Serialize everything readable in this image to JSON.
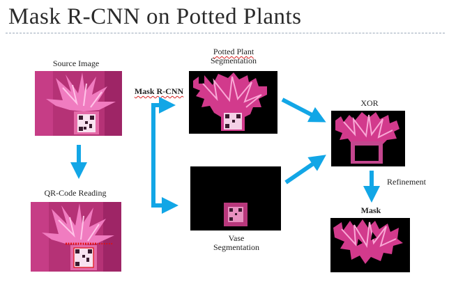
{
  "title": "Mask R-CNN on Potted Plants",
  "labels": {
    "source_line": "Source Image",
    "qr_line": "QR-Code Reading",
    "method_line": "Mask R-CNN",
    "plant_line1": "Potted Plant",
    "plant_line2": "Segmentation",
    "vase_line1": "Vase",
    "vase_line2": "Segmentation",
    "xor_line": "XOR",
    "refinement_line": "Refinement",
    "mask_line": "Mask"
  },
  "colors": {
    "arrow": "#12a6e6",
    "magenta": "#e0409e",
    "background_pink": "#b02d72",
    "qr_text_red": "#e01010"
  }
}
